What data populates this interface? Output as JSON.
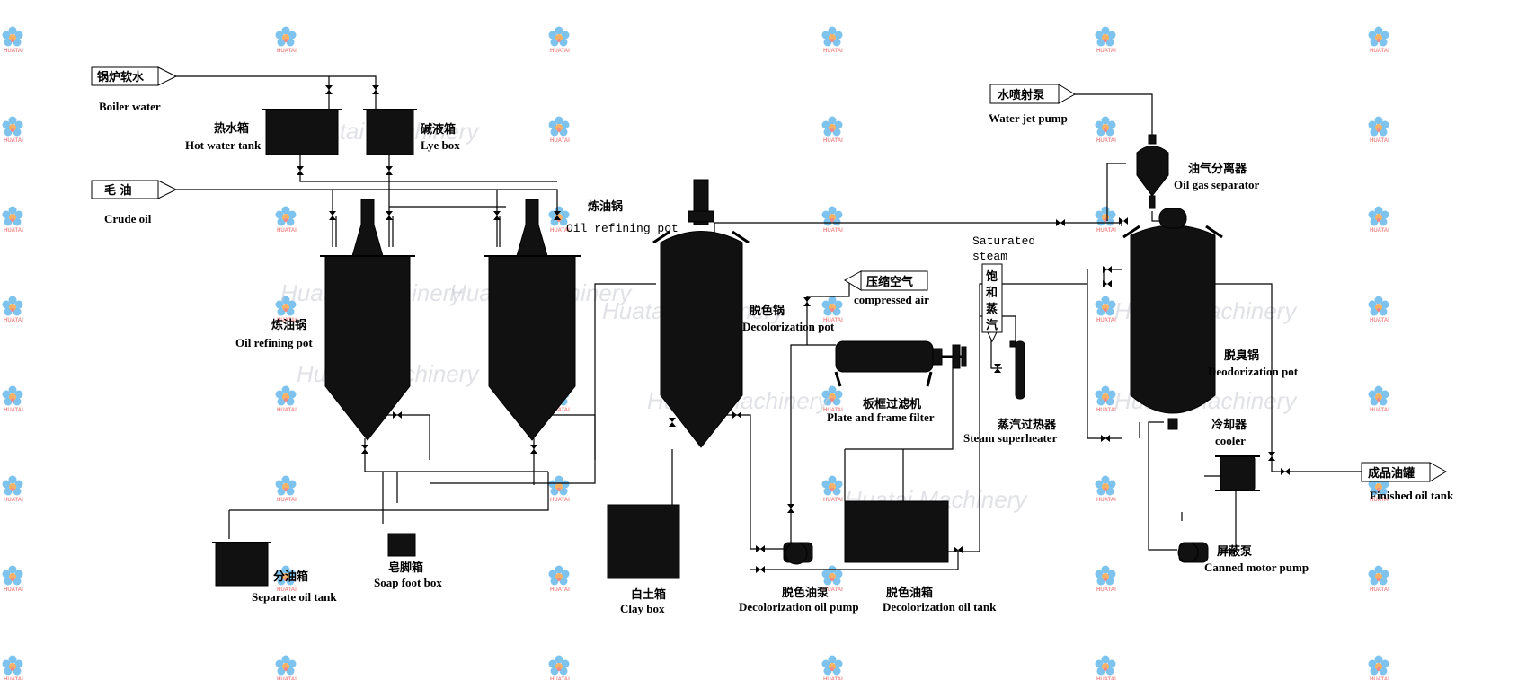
{
  "inputs": {
    "boiler_water": {
      "cn": "锅炉软水",
      "en": "Boiler water"
    },
    "crude_oil": {
      "cn": "毛 油",
      "en": "Crude oil"
    },
    "water_jet_pump": {
      "cn": "水喷射泵",
      "en": "Water jet pump"
    },
    "compressed_air": {
      "cn": "压缩空气",
      "en": "compressed air"
    },
    "finished_oil_tank": {
      "cn": "成品油罐",
      "en": "Finished oil tank"
    }
  },
  "equipment": {
    "hot_water_tank": {
      "cn": "热水箱",
      "en": "Hot water tank"
    },
    "lye_box": {
      "cn": "碱液箱",
      "en": "Lye box"
    },
    "oil_refining_pot_1": {
      "cn": "炼油锅",
      "en": "Oil refining pot"
    },
    "oil_refining_pot_2": {
      "cn": "炼油锅",
      "en": "Oil refining pot"
    },
    "decolorization_pot": {
      "cn": "脱色锅",
      "en": "Decolorization pot"
    },
    "plate_frame_filter": {
      "cn": "板框过滤机",
      "en": "Plate and frame filter"
    },
    "saturated_steam": {
      "en_line1": "Saturated",
      "en_line2": "steam",
      "cn_chars": [
        "饱",
        "和",
        "蒸",
        "汽"
      ]
    },
    "steam_superheater": {
      "cn": "蒸汽过热器",
      "en": "Steam superheater"
    },
    "oil_gas_separator": {
      "cn": "油气分离器",
      "en": "Oil gas separator"
    },
    "deodorization_pot": {
      "cn": "脱臭锅",
      "en": "Deodorization pot"
    },
    "cooler": {
      "cn": "冷却器",
      "en": "cooler"
    },
    "canned_motor_pump": {
      "cn": "屏蔽泵",
      "en": "Canned motor pump"
    },
    "separate_oil_tank": {
      "cn": "分油箱",
      "en": "Separate oil tank"
    },
    "soap_foot_box": {
      "cn": "皂脚箱",
      "en": "Soap foot box"
    },
    "clay_box": {
      "cn": "白土箱",
      "en": "Clay box"
    },
    "decolorization_oil_pump": {
      "cn": "脱色油泵",
      "en": "Decolorization oil pump"
    },
    "decolorization_oil_tank": {
      "cn": "脱色油箱",
      "en": "Decolorization oil tank"
    }
  },
  "watermark": {
    "text": "Huatai Machinery",
    "brand": "HUATAI"
  },
  "colors": {
    "ink": "#000000",
    "equipment_fill": "#111111",
    "watermark_text": "#c9ccd2",
    "logo_blue": "#7ec3ee",
    "logo_orange": "#f7b267",
    "logo_red": "#f08a8a"
  }
}
